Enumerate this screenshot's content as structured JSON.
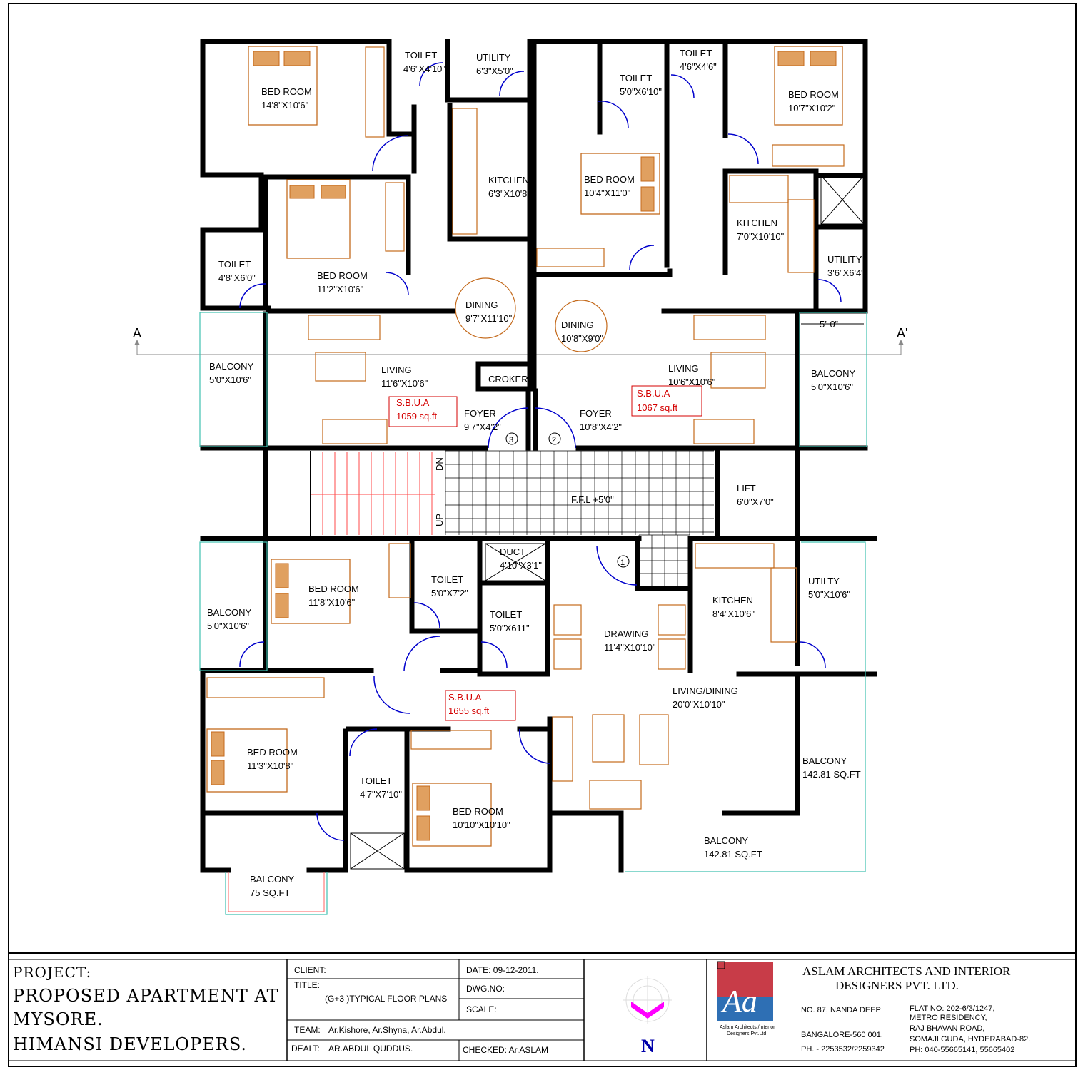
{
  "section": {
    "left": "A",
    "right": "A'"
  },
  "dimension": "5’-0”",
  "rooms": [
    {
      "id": "r1",
      "name": "BED ROOM",
      "size": "14'8\"X10'6\""
    },
    {
      "id": "r2",
      "name": "TOILET",
      "size": "4'6\"X4'10\""
    },
    {
      "id": "r3",
      "name": "UTILITY",
      "size": "6'3\"X5'0\""
    },
    {
      "id": "r4",
      "name": "KITCHEN",
      "size": "6'3\"X10'8\""
    },
    {
      "id": "r5",
      "name": "BED ROOM",
      "size": "11'2\"X10'6\""
    },
    {
      "id": "r6",
      "name": "TOILET",
      "size": "4'8\"X6'0\""
    },
    {
      "id": "r7",
      "name": "DINING",
      "size": "9'7\"X11'10\""
    },
    {
      "id": "r8",
      "name": "BALCONY",
      "size": "5'0\"X10'6\""
    },
    {
      "id": "r9",
      "name": "LIVING",
      "size": "11'6\"X10'6\""
    },
    {
      "id": "r10",
      "name": "CROKERY",
      "size": ""
    },
    {
      "id": "r11",
      "name": "FOYER",
      "size": "9'7\"X4'2\""
    },
    {
      "id": "r12",
      "name": "TOILET",
      "size": "5'0\"X6'10\""
    },
    {
      "id": "r13",
      "name": "TOILET",
      "size": "4'6\"X4'6\""
    },
    {
      "id": "r14",
      "name": "BED ROOM",
      "size": "10'7\"X10'2\""
    },
    {
      "id": "r15",
      "name": "BED ROOM",
      "size": "10'4\"X11'0\""
    },
    {
      "id": "r16",
      "name": "KITCHEN",
      "size": "7'0\"X10'10\""
    },
    {
      "id": "r17",
      "name": "UTILITY",
      "size": "3'6\"X6'4\""
    },
    {
      "id": "r18",
      "name": "DINING",
      "size": "10'8\"X9'0\""
    },
    {
      "id": "r19",
      "name": "LIVING",
      "size": "10'6\"X10'6\""
    },
    {
      "id": "r20",
      "name": "BALCONY",
      "size": "5'0\"X10'6\""
    },
    {
      "id": "r21",
      "name": "FOYER",
      "size": "10'8\"X4'2\""
    },
    {
      "id": "r22",
      "name": "LIFT",
      "size": "6'0\"X7'0\""
    },
    {
      "id": "r23",
      "name": "DUCT",
      "size": "4'10\"X3'1\""
    },
    {
      "id": "r24",
      "name": "BED ROOM",
      "size": "11'8\"X10'6\""
    },
    {
      "id": "r25",
      "name": "TOILET",
      "size": "5'0\"X7'2\""
    },
    {
      "id": "r26",
      "name": "TOILET",
      "size": "5'0\"X611\""
    },
    {
      "id": "r27",
      "name": "BALCONY",
      "size": "5'0\"X10'6\""
    },
    {
      "id": "r28",
      "name": "DRAWING",
      "size": "11'4\"X10'10\""
    },
    {
      "id": "r29",
      "name": "KITCHEN",
      "size": "8'4\"X10'6\""
    },
    {
      "id": "r30",
      "name": "UTILTY",
      "size": "5'0\"X10'6\""
    },
    {
      "id": "r31",
      "name": "LIVING/DINING",
      "size": "20'0\"X10'10\""
    },
    {
      "id": "r32",
      "name": "BED ROOM",
      "size": "11'3\"X10'8\""
    },
    {
      "id": "r33",
      "name": "TOILET",
      "size": "4'7\"X7'10\""
    },
    {
      "id": "r34",
      "name": "BED ROOM",
      "size": "10'10\"X10'10\""
    },
    {
      "id": "r35",
      "name": "BALCONY",
      "size": "142.81 SQ.FT"
    },
    {
      "id": "r36",
      "name": "BALCONY",
      "size": "142.81 SQ.FT"
    },
    {
      "id": "r37",
      "name": "BALCONY",
      "size": "75 SQ.FT"
    }
  ],
  "sbua": [
    {
      "label": "S.B.U.A",
      "value": "1059 sq.ft"
    },
    {
      "label": "S.B.U.A",
      "value": "1067 sq.ft"
    },
    {
      "label": "S.B.U.A",
      "value": "1655 sq.ft"
    }
  ],
  "flats": [
    "3",
    "2",
    "1"
  ],
  "stairs": {
    "down": "DN",
    "up": "UP",
    "level": "F.F.L +5'0\""
  },
  "title_block": {
    "project_label": "PROJECT:",
    "project_line1": "PROPOSED APARTMENT AT",
    "project_line2": "MYSORE.",
    "developer": "HIMANSI DEVELOPERS.",
    "client": "CLIENT:",
    "title_label": "TITLE:",
    "title_value": "(G+3 )TYPICAL FLOOR PLANS",
    "date": "DATE:  09-12-2011.",
    "dwg_no": "DWG.NO:",
    "scale": "SCALE:",
    "team": "TEAM:",
    "team_value": "Ar.Kishore, Ar.Shyna, Ar.Abdul.",
    "dealt": "DEALT:",
    "dealt_value": "AR.ABDUL QUDDUS.",
    "checked": "CHECKED: Ar.ASLAM",
    "north": "N",
    "firm_line1": "ASLAM ARCHITECTS AND INTERIOR",
    "firm_line2": "DESIGNERS PVT. LTD.",
    "logo_letters": "Aa",
    "logo_caption1": "Aslam Architects /Interior",
    "logo_caption2": "Designers Pvt.Ltd",
    "addr1_1": "NO. 87, NANDA DEEP",
    "addr1_2": "BANGALORE-560 001.",
    "addr1_3": "PH. - 2253532/2259342",
    "addr2_1": "FLAT NO: 202-6/3/1247,",
    "addr2_2": "METRO RESIDENCY,",
    "addr2_3": "RAJ BHAVAN ROAD,",
    "addr2_4": "SOMAJI GUDA, HYDERABAD-82.",
    "addr2_5": "PH: 040-55665141, 55665402"
  },
  "colors": {
    "walls": "#000000",
    "furniture": "#c46a1c",
    "doors": "#0000cc",
    "sbua": "#d40000",
    "north_arrow": "#ff00ff"
  }
}
